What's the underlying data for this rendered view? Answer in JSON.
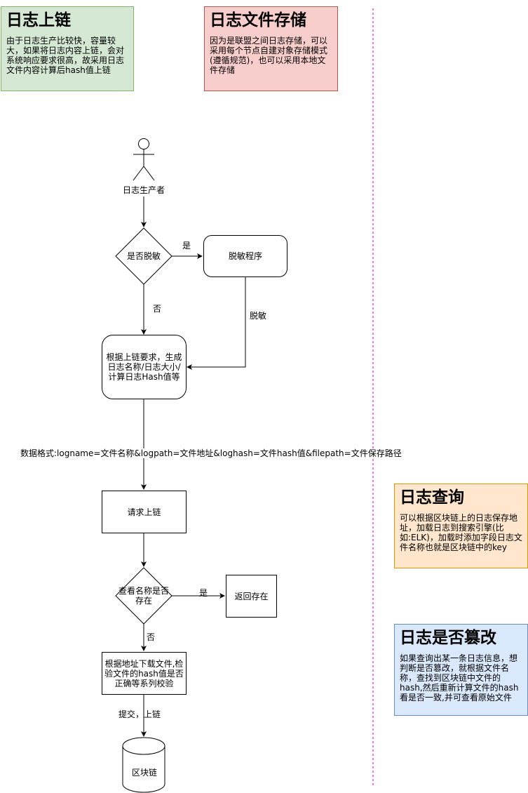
{
  "notes": {
    "chain": {
      "title": "日志上链",
      "body": "由于日志生产比较快，容量较大，如果将日志内容上链，会对系统响应要求很高，故采用日志文件内容计算后hash值上链"
    },
    "storage": {
      "title": "日志文件存储",
      "body": "因为是联盟之间日志存储，可以采用每个节点自建对象存储模式(遵循规范)，也可以采用本地文件存储"
    },
    "query": {
      "title": "日志查询",
      "body": "可以根据区块链上的日志保存地址，加载日志到搜索引擎(比如:ELK)，加载时添加字段日志文件名称也就是区块链中的key"
    },
    "tamper": {
      "title": "日志是否篡改",
      "body": "如果查询出某一条日志信息，想判断是否篡改，就根据文件名称，查找到区块链中文件的hash,然后重新计算文件的hash看是否一致,并可查看原始文件"
    }
  },
  "flow": {
    "actor": "日志生产者",
    "desensitize_decision": "是否脱敏",
    "desensitize_program": "脱敏程序",
    "generate": "根据上链要求，生成日志名称/日志大小/计算日志Hash值等",
    "request": "请求上链",
    "check_exists": "查看名称是否存在",
    "return_exists": "返回存在",
    "download_verify": "根据地址下载文件,检验文件的hash值是否正确等系列校验",
    "blockchain": "区块链"
  },
  "edge_labels": {
    "yes_1": "是",
    "no_1": "否",
    "desensitize": "脱敏",
    "data_format": "数据格式:logname=文件名称&logpath=文件地址&loghash=文件hash值&filepath=文件保存路径",
    "yes_2": "是",
    "no_2": "否",
    "submit": "提交，上链"
  },
  "colors": {
    "green_fill": "#d5e8d4",
    "green_stroke": "#82b366",
    "red_fill": "#f8cecc",
    "red_stroke": "#b85450",
    "orange_fill": "#ffe6cc",
    "orange_stroke": "#d79b00",
    "blue_fill": "#dae8fc",
    "blue_stroke": "#6c8ebf",
    "divider": "#cc00cc"
  }
}
